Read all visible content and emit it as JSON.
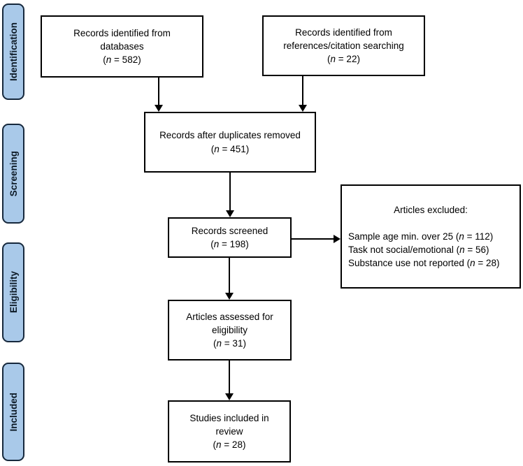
{
  "diagram": {
    "type": "prisma-flow-diagram",
    "stages": [
      {
        "label": "Identification"
      },
      {
        "label": "Screening"
      },
      {
        "label": "Eligibility"
      },
      {
        "label": "Included"
      }
    ],
    "boxes": {
      "databases": {
        "lines": [
          "Records identified from",
          "databases"
        ],
        "n_line": {
          "pre": "(",
          "sym": "n",
          "post": " = 582)"
        }
      },
      "references": {
        "lines": [
          "Records identified from",
          "references/citation searching"
        ],
        "n_line": {
          "pre": "(",
          "sym": "n",
          "post": " = 22)"
        }
      },
      "duplicates": {
        "lines": [
          "Records after duplicates removed"
        ],
        "n_line": {
          "pre": "(",
          "sym": "n",
          "post": " = 451)"
        }
      },
      "screened": {
        "lines": [
          "Records screened"
        ],
        "n_line": {
          "pre": "(",
          "sym": "n",
          "post": " = 198)"
        }
      },
      "excluded": {
        "heading": "Articles excluded:",
        "reasons": [
          {
            "text": "Sample age min. over 25 (",
            "sym": "n",
            "post": " = 112)"
          },
          {
            "text": "Task not social/emotional (",
            "sym": "n",
            "post": " = 56)"
          },
          {
            "text": "Substance use not reported (",
            "sym": "n",
            "post": " = 28)"
          }
        ]
      },
      "eligibility": {
        "lines": [
          "Articles assessed for",
          "eligibility"
        ],
        "n_line": {
          "pre": "(",
          "sym": "n",
          "post": " = 31)"
        }
      },
      "included": {
        "lines": [
          "Studies included in",
          "review"
        ],
        "n_line": {
          "pre": "(",
          "sym": "n",
          "post": " = 28)"
        }
      }
    },
    "colors": {
      "stage_fill": "#a9c9e9",
      "stage_border": "#16283c",
      "stage_text": "#0d1a26",
      "box_fill": "#ffffff",
      "box_border": "#000000",
      "arrow": "#000000",
      "background": "#ffffff"
    }
  }
}
